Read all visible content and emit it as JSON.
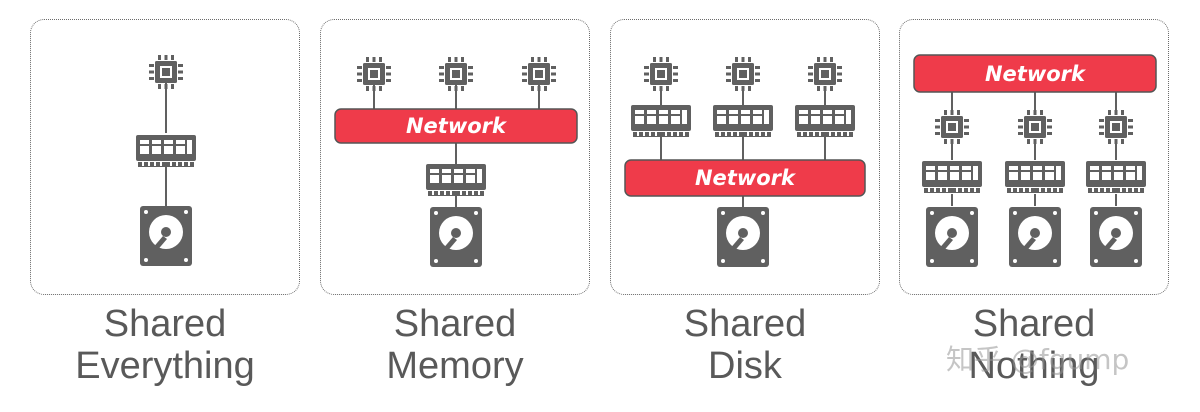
{
  "colors": {
    "network_fill": "#ef3b4a",
    "component": "#606060",
    "border": "#6b6b6b",
    "caption": "#595959"
  },
  "icons": [
    "cpu-chip-icon",
    "memory-module-icon",
    "hard-disk-icon"
  ],
  "panels": [
    {
      "caption_line1": "Shared",
      "caption_line2": "Everything"
    },
    {
      "caption_line1": "Shared",
      "caption_line2": "Memory",
      "network_label": "Network"
    },
    {
      "caption_line1": "Shared",
      "caption_line2": "Disk",
      "network_label": "Network"
    },
    {
      "caption_line1": "Shared",
      "caption_line2": "Nothing",
      "network_label": "Network"
    }
  ],
  "watermark": "知乎 @fgump"
}
